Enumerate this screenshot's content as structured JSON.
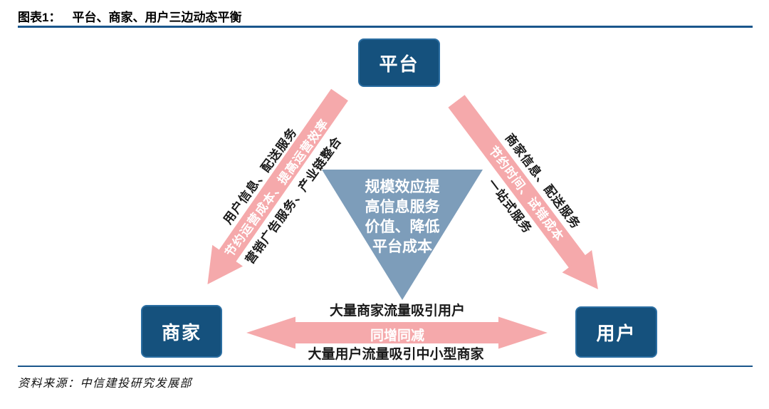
{
  "header": {
    "label": "图表1：",
    "title": "平台、商家、用户三边动态平衡"
  },
  "nodes": {
    "platform": "平台",
    "merchant": "商家",
    "user": "用户"
  },
  "triangle": {
    "text": "规模效应提\n高信息服务\n价值、降低\n平台成本"
  },
  "platform_to_merchant_arrow": {
    "line1": "用户信息、配送服务",
    "line2": "节约运营成本、提高运营效率",
    "line3": "营销广告服务、产业链整合"
  },
  "platform_to_user_arrow": {
    "line1": "商家信息、配送服务",
    "line2": "节约时间、试错成本",
    "line3": "一站式服务"
  },
  "merchant_user_arrow": {
    "above": "大量商家流量吸引用户",
    "on_arrow": "同增同减",
    "below": "大量用户流量吸引中小型商家"
  },
  "footer": {
    "source": "资料来源：中信建投研究发展部"
  },
  "colors": {
    "node_box": "#15517d",
    "triangle": "#7d9dba",
    "arrow_pink": "#f5a9ab",
    "rule_blue": "#1a568c"
  }
}
